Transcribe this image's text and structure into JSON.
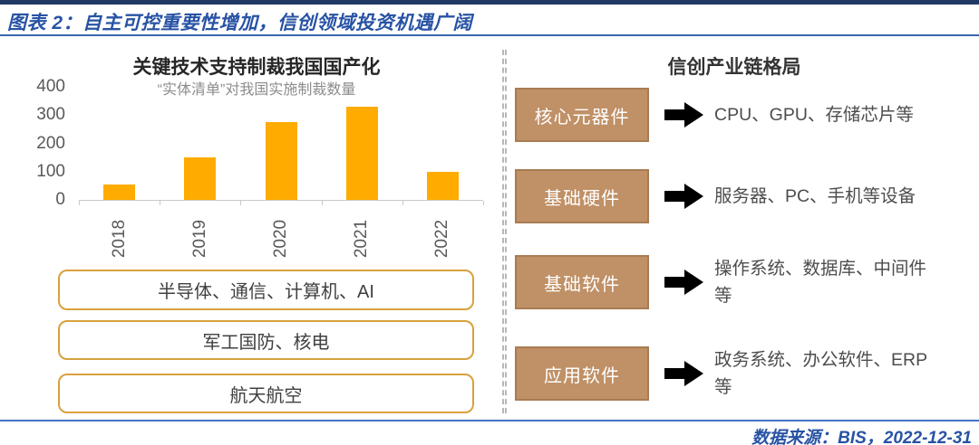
{
  "header": {
    "figure_title": "图表 2：自主可控重要性增加，信创领域投资机遇广阔"
  },
  "left_panel": {
    "chart_title": "关键技术支持制裁我国国产化",
    "chart_subtitle": "“实体清单”对我国实施制裁数量",
    "tags": [
      "半导体、通信、计算机、AI",
      "军工国防、核电",
      "航天航空"
    ]
  },
  "right_panel": {
    "title": "信创产业链格局",
    "rows": [
      {
        "label": "核心元器件",
        "desc": "CPU、GPU、存储芯片等"
      },
      {
        "label": "基础硬件",
        "desc": "服务器、PC、手机等设备"
      },
      {
        "label": "基础软件",
        "desc": "操作系统、数据库、中间件等"
      },
      {
        "label": "应用软件",
        "desc": "政务系统、办公软件、ERP等"
      }
    ]
  },
  "footer": {
    "source": "数据来源：BIS，2022-12-31"
  },
  "chart_data": {
    "type": "bar",
    "title": "关键技术支持制裁我国国产化",
    "subtitle": "“实体清单”对我国实施制裁数量",
    "categories": [
      "2018",
      "2019",
      "2020",
      "2021",
      "2022"
    ],
    "values": [
      55,
      150,
      275,
      330,
      100
    ],
    "xlabel": "",
    "ylabel": "",
    "ylim": [
      0,
      400
    ],
    "yticks": [
      0,
      100,
      200,
      300,
      400
    ],
    "grid": false,
    "legend": "none",
    "bar_color": "#FFAB00"
  },
  "colors": {
    "accent_orange": "#FFAB00",
    "gold_border": "#D8A13C",
    "brown_fill": "#C09066",
    "brown_border": "#A87C52",
    "title_blue": "#2853A4",
    "navy_bar": "#1F3864",
    "rule_blue": "#4472C4"
  }
}
